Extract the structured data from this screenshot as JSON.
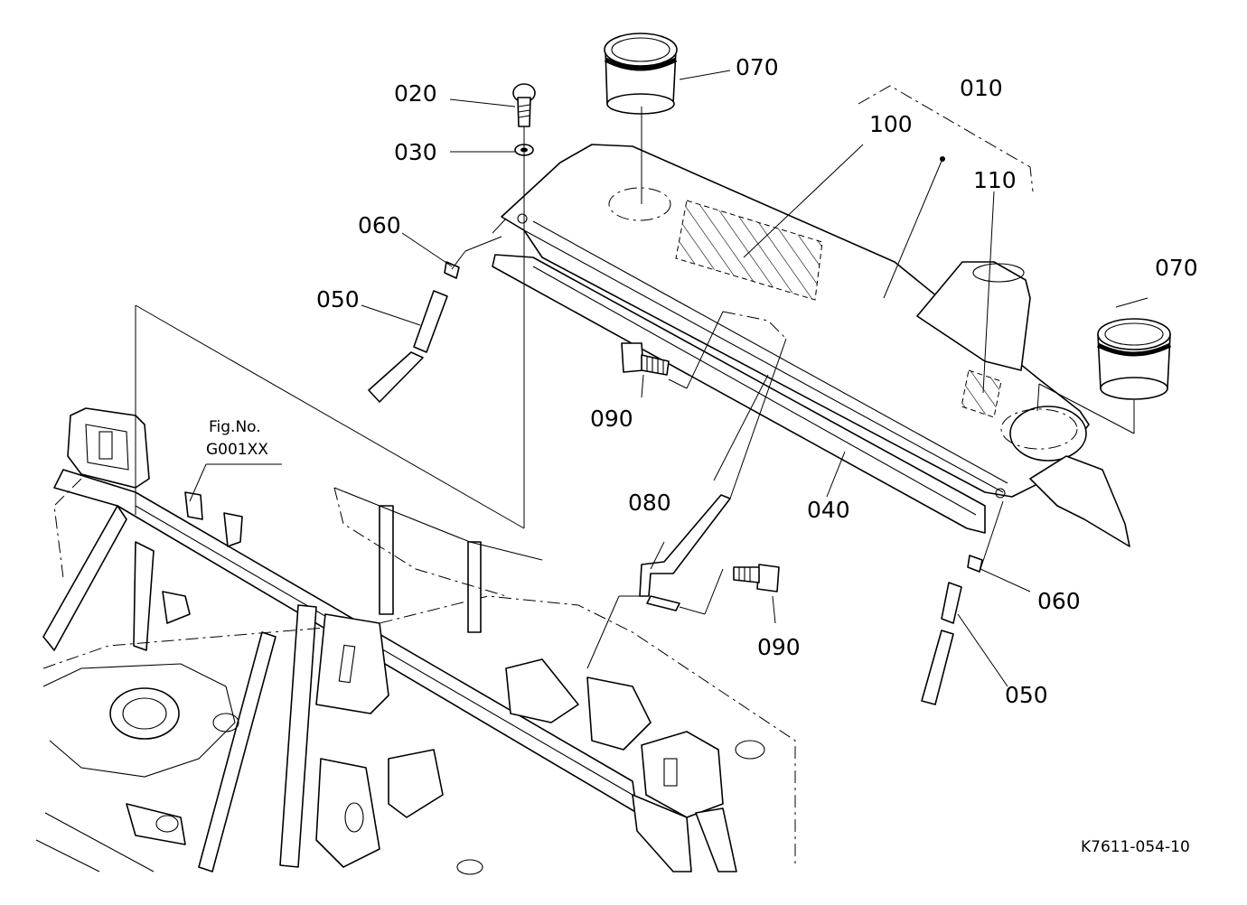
{
  "callouts": {
    "p010": "010",
    "p020": "020",
    "p030": "030",
    "p040": "040",
    "p050a": "050",
    "p050b": "050",
    "p060a": "060",
    "p060b": "060",
    "p070a": "070",
    "p070b": "070",
    "p080": "080",
    "p090a": "090",
    "p090b": "090",
    "p100": "100",
    "p110": "110"
  },
  "figure_ref": {
    "line1": "Fig.No.",
    "line2": "G001XX"
  },
  "drawing_code": "K7611-054-10"
}
